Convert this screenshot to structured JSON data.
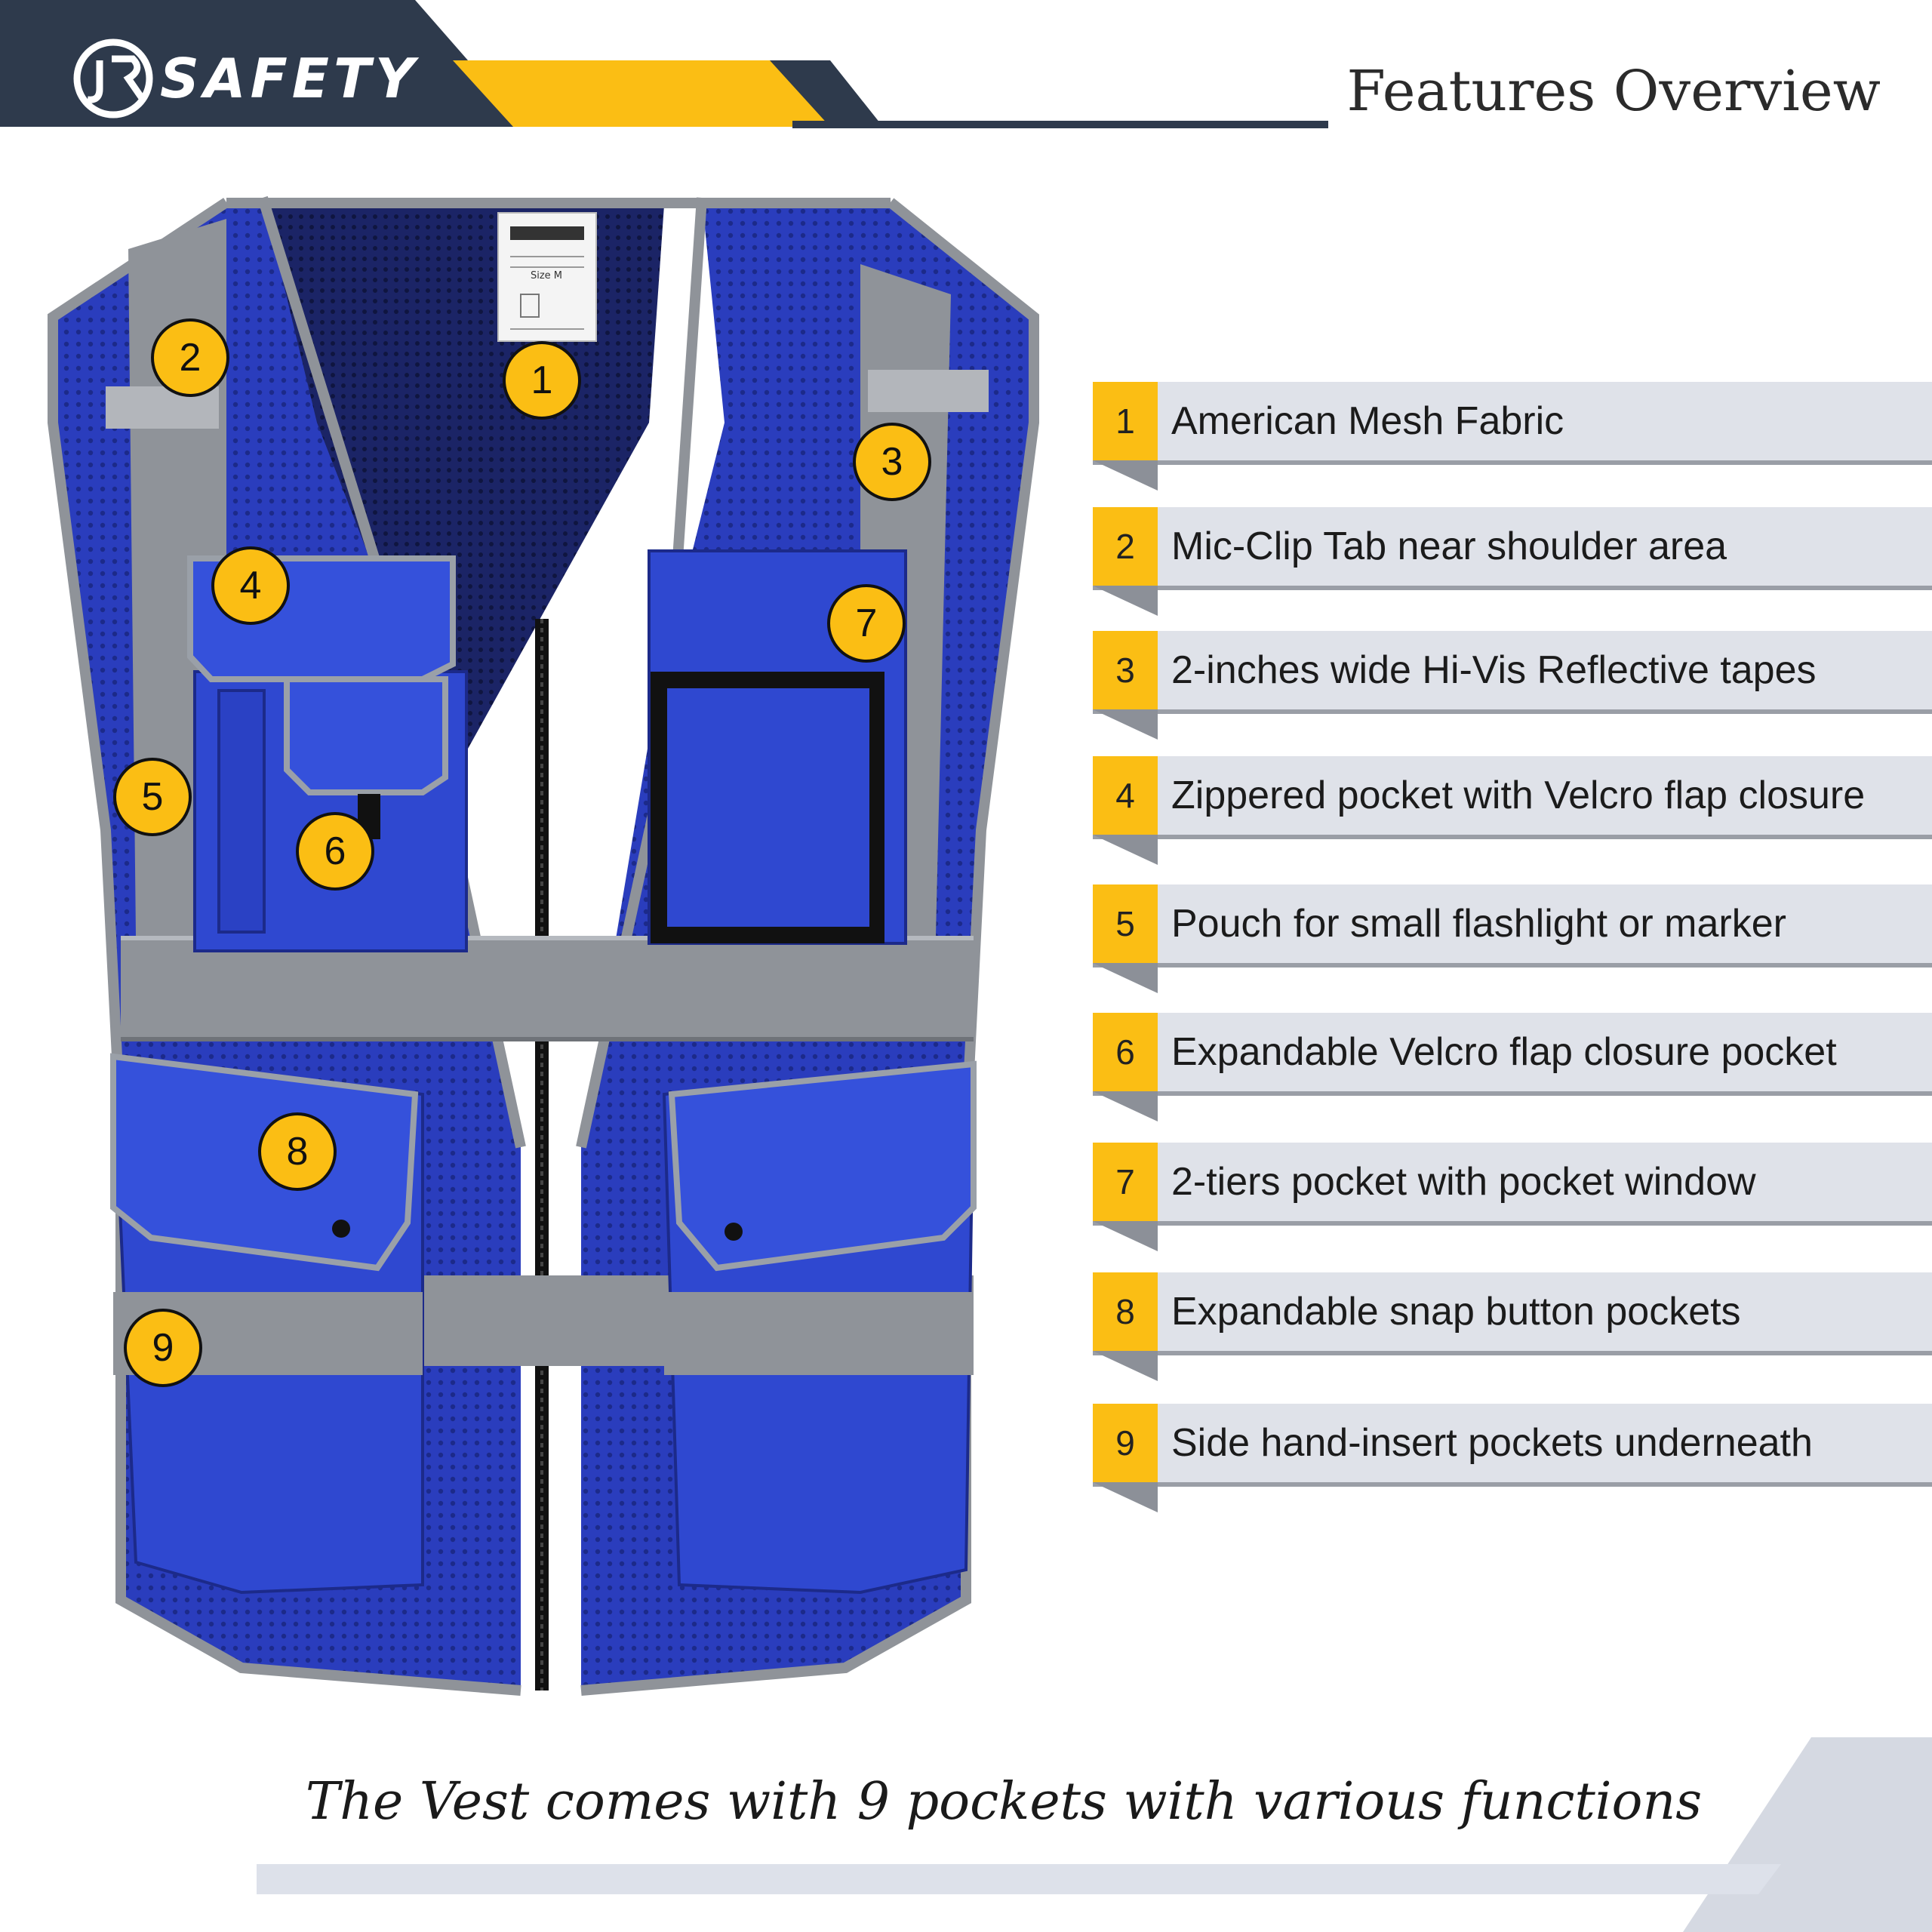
{
  "brand": {
    "logo_text": "SAFETY"
  },
  "header": {
    "title": "Features Overview"
  },
  "features": [
    {
      "num": "1",
      "label": "American Mesh Fabric"
    },
    {
      "num": "2",
      "label": "Mic-Clip Tab near shoulder area"
    },
    {
      "num": "3",
      "label": "2-inches wide Hi-Vis Reflective tapes"
    },
    {
      "num": "4",
      "label": "Zippered pocket with Velcro flap closure"
    },
    {
      "num": "5",
      "label": "Pouch for small flashlight or marker"
    },
    {
      "num": "6",
      "label": "Expandable Velcro flap closure pocket"
    },
    {
      "num": "7",
      "label": "2-tiers pocket with pocket window"
    },
    {
      "num": "8",
      "label": "Expandable snap button pockets"
    },
    {
      "num": "9",
      "label": "Side hand-insert pockets underneath"
    }
  ],
  "callouts": [
    "1",
    "2",
    "3",
    "4",
    "5",
    "6",
    "7",
    "8",
    "9"
  ],
  "tagline": "The Vest comes with 9 pockets with various functions",
  "vest_label": {
    "size": "Size M"
  },
  "colors": {
    "vest_blue": "#2b3fc0",
    "reflective_grey": "#8f9399",
    "accent_yellow": "#fbbe14",
    "header_navy": "#2e3a4c"
  }
}
